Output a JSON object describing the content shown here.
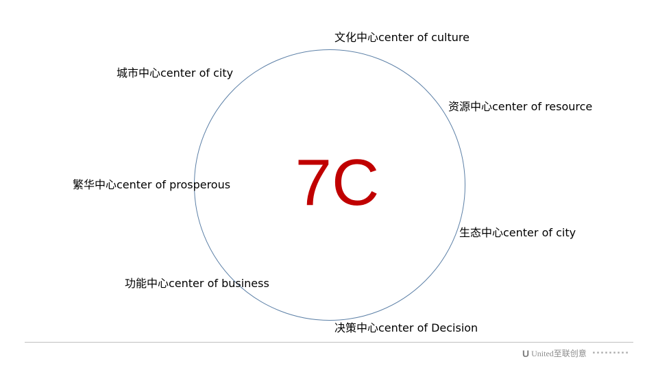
{
  "center_label": "7C",
  "colors": {
    "center": "#c00000",
    "circle": "#5b7fa6"
  },
  "labels": [
    {
      "id": "culture",
      "text": "文化中心center of culture"
    },
    {
      "id": "city",
      "text": "城市中心center of city"
    },
    {
      "id": "resource",
      "text": "资源中心center of resource"
    },
    {
      "id": "prosperous",
      "text": "繁华中心center of prosperous"
    },
    {
      "id": "ecology",
      "text": "生态中心center of city"
    },
    {
      "id": "business",
      "text": "功能中心center of business"
    },
    {
      "id": "decision",
      "text": "决策中心center of Decision"
    }
  ],
  "footer": {
    "logo_mark": "U",
    "logo_text": "United至联创意"
  }
}
